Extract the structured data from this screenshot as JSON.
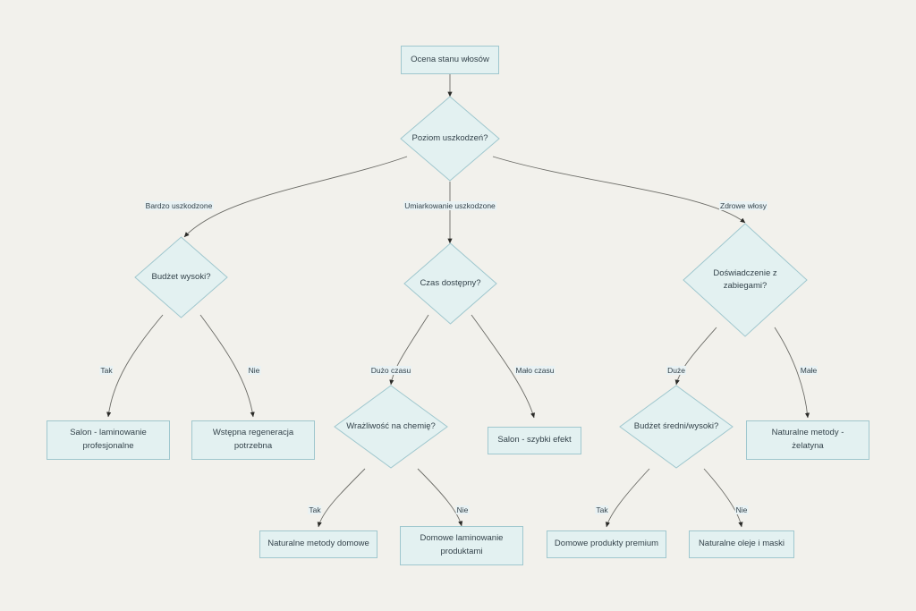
{
  "diagram": {
    "title": "Ocena stanu włosów",
    "background_color": "#f2f1ec",
    "node_fill": "#e3f1f1",
    "node_stroke": "#9fc7ce",
    "edge_color": "#5c5c58",
    "text_color": "#34434b",
    "nodes": [
      {
        "id": "start",
        "shape": "rect",
        "label": "Ocena stanu włosów"
      },
      {
        "id": "poziom",
        "shape": "diamond",
        "label": "Poziom uszkodzeń?"
      },
      {
        "id": "budzet_wysoki",
        "shape": "diamond",
        "label": "Budżet wysoki?"
      },
      {
        "id": "czas",
        "shape": "diamond",
        "label": "Czas dostępny?"
      },
      {
        "id": "doswiadczenie",
        "shape": "diamond",
        "label": "Doświadczenie z zabiegami?"
      },
      {
        "id": "salon_lam",
        "shape": "rect",
        "label": "Salon - laminowanie profesjonalne"
      },
      {
        "id": "wstepna",
        "shape": "rect",
        "label": "Wstępna regeneracja potrzebna"
      },
      {
        "id": "wrazliwosc",
        "shape": "diamond",
        "label": "Wrażliwość na chemię?"
      },
      {
        "id": "salon_szybki",
        "shape": "rect",
        "label": "Salon - szybki efekt"
      },
      {
        "id": "budzet_sredni",
        "shape": "diamond",
        "label": "Budżet średni/wysoki?"
      },
      {
        "id": "nat_zelatyna",
        "shape": "rect",
        "label": "Naturalne metody - żelatyna"
      },
      {
        "id": "nat_domowe",
        "shape": "rect",
        "label": "Naturalne metody domowe"
      },
      {
        "id": "dom_laminowanie",
        "shape": "rect",
        "label": "Domowe laminowanie produktami"
      },
      {
        "id": "dom_premium",
        "shape": "rect",
        "label": "Domowe produkty premium"
      },
      {
        "id": "nat_oleje",
        "shape": "rect",
        "label": "Naturalne oleje i maski"
      }
    ],
    "edges": [
      {
        "from": "start",
        "to": "poziom",
        "label": ""
      },
      {
        "from": "poziom",
        "to": "budzet_wysoki",
        "label": "Bardzo uszkodzone"
      },
      {
        "from": "poziom",
        "to": "czas",
        "label": "Umiarkowanie uszkodzone"
      },
      {
        "from": "poziom",
        "to": "doswiadczenie",
        "label": "Zdrowe włosy"
      },
      {
        "from": "budzet_wysoki",
        "to": "salon_lam",
        "label": "Tak"
      },
      {
        "from": "budzet_wysoki",
        "to": "wstepna",
        "label": "Nie"
      },
      {
        "from": "czas",
        "to": "wrazliwosc",
        "label": "Dużo czasu"
      },
      {
        "from": "czas",
        "to": "salon_szybki",
        "label": "Mało czasu"
      },
      {
        "from": "doswiadczenie",
        "to": "budzet_sredni",
        "label": "Duże"
      },
      {
        "from": "doswiadczenie",
        "to": "nat_zelatyna",
        "label": "Małe"
      },
      {
        "from": "wrazliwosc",
        "to": "nat_domowe",
        "label": "Tak"
      },
      {
        "from": "wrazliwosc",
        "to": "dom_laminowanie",
        "label": "Nie"
      },
      {
        "from": "budzet_sredni",
        "to": "dom_premium",
        "label": "Tak"
      },
      {
        "from": "budzet_sredni",
        "to": "nat_oleje",
        "label": "Nie"
      }
    ],
    "node_text": {
      "start": "Ocena stanu włosów",
      "poziom": "Poziom uszkodzeń?",
      "budzet_wysoki": "Budżet wysoki?",
      "czas": "Czas dostępny?",
      "doswiadczenie_line1": "Doświadczenie z",
      "doswiadczenie_line2": "zabiegami?",
      "salon_lam_line1": "Salon - laminowanie",
      "salon_lam_line2": "profesjonalne",
      "wstepna_line1": "Wstępna regeneracja",
      "wstepna_line2": "potrzebna",
      "wrazliwosc": "Wrażliwość na chemię?",
      "salon_szybki": "Salon - szybki efekt",
      "budzet_sredni": "Budżet średni/wysoki?",
      "nat_zelatyna_line1": "Naturalne metody -",
      "nat_zelatyna_line2": "żelatyna",
      "nat_domowe": "Naturalne metody domowe",
      "dom_laminowanie_line1": "Domowe laminowanie",
      "dom_laminowanie_line2": "produktami",
      "dom_premium": "Domowe produkty premium",
      "nat_oleje": "Naturalne oleje i maski"
    },
    "edge_labels": {
      "bardzo_uszkodzone": "Bardzo uszkodzone",
      "umiarkowanie_uszkodzone": "Umiarkowanie uszkodzone",
      "zdrowe_wlosy": "Zdrowe włosy",
      "budzet_tak": "Tak",
      "budzet_nie": "Nie",
      "duzo_czasu": "Dużo czasu",
      "malo_czasu": "Mało czasu",
      "duze": "Duże",
      "male": "Małe",
      "wrazliwosc_tak": "Tak",
      "wrazliwosc_nie": "Nie",
      "sredni_tak": "Tak",
      "sredni_nie": "Nie"
    }
  }
}
